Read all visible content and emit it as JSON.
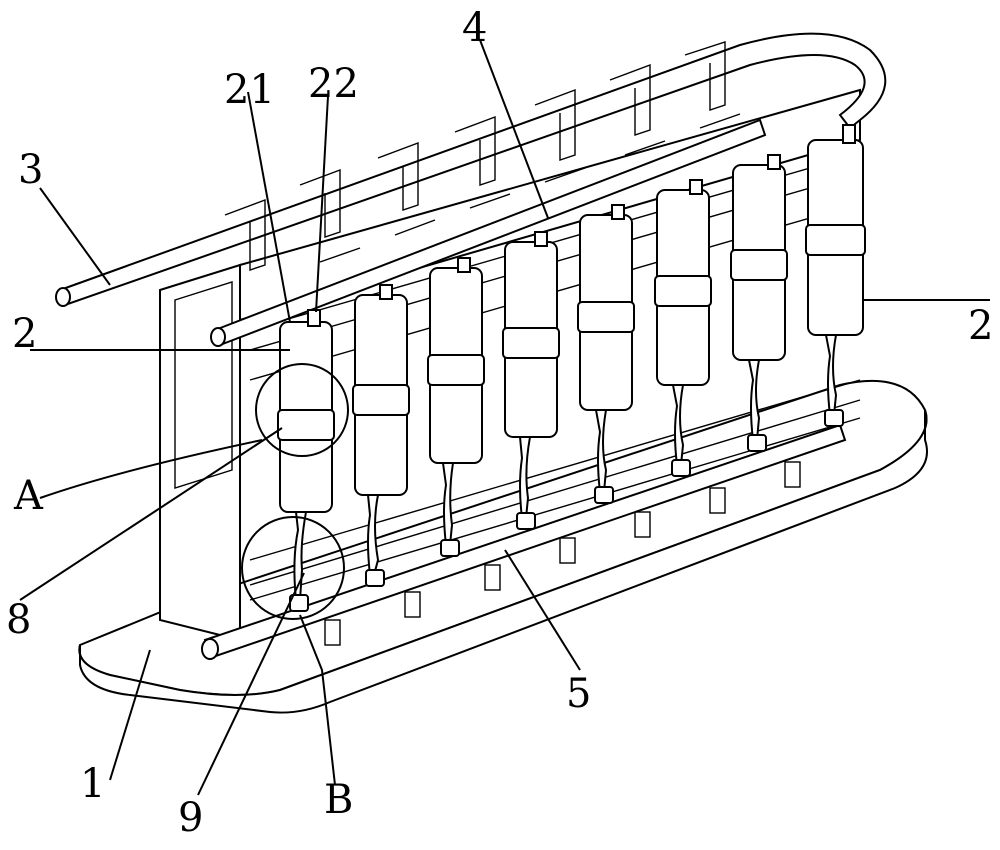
{
  "figure": {
    "labels": {
      "l1": "1",
      "l2_left": "2",
      "l2_right": "2",
      "l3": "3",
      "l4": "4",
      "l5": "5",
      "l8": "8",
      "l9": "9",
      "l21": "21",
      "l22": "22",
      "lA": "A",
      "lB": "B"
    }
  }
}
